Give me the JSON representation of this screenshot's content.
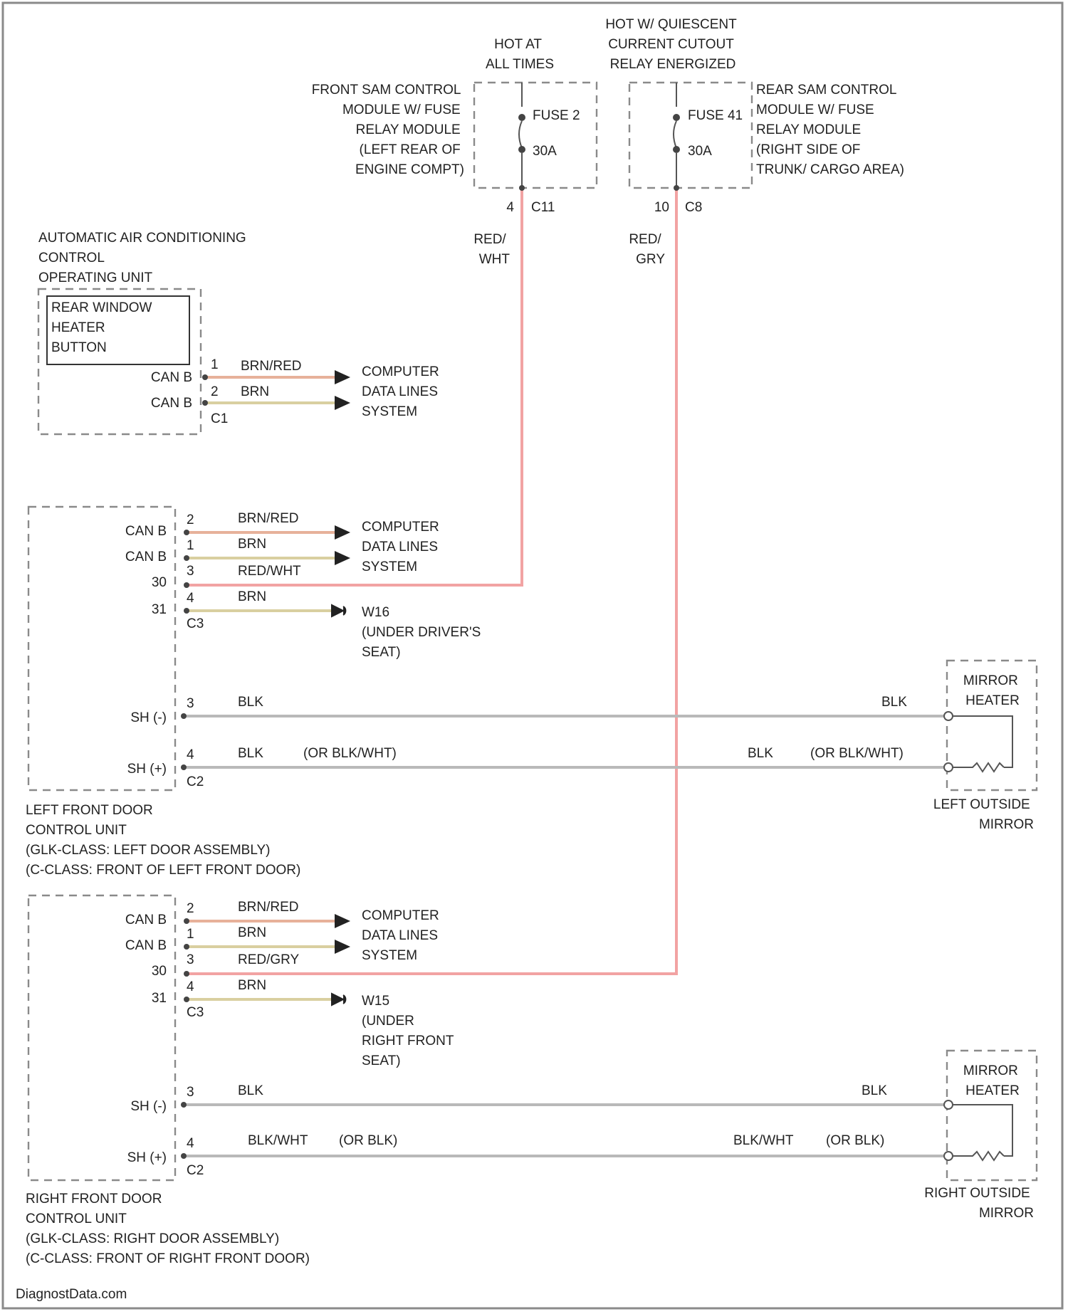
{
  "colors": {
    "background": "#ffffff",
    "red": "#f2a3a3",
    "brown_red": "#e7b19a",
    "brown": "#d9cfa0",
    "black": "#b9b9b9",
    "frame": "#8a8a8a"
  },
  "sources": {
    "front_label": [
      "HOT AT",
      "ALL TIMES"
    ],
    "rear_label": [
      "HOT W/ QUIESCENT",
      "CURRENT CUTOUT",
      "RELAY ENERGIZED"
    ],
    "front_module": [
      "FRONT SAM CONTROL",
      "MODULE W/ FUSE",
      "RELAY MODULE",
      "(LEFT REAR OF",
      "ENGINE COMPT)"
    ],
    "rear_module": [
      "REAR SAM CONTROL",
      "MODULE W/ FUSE",
      "RELAY MODULE",
      "(RIGHT SIDE OF",
      "TRUNK/ CARGO AREA)"
    ],
    "fuse_front": [
      "FUSE 2",
      "30A"
    ],
    "fuse_rear": [
      "FUSE 41",
      "30A"
    ],
    "front_pin": "4",
    "front_conn": "C11",
    "rear_pin": "10",
    "rear_conn": "C8",
    "front_wire": [
      "RED/",
      "WHT"
    ],
    "rear_wire": [
      "RED/",
      "GRY"
    ]
  },
  "ac_unit": {
    "title": [
      "AUTOMATIC AIR CONDITIONING",
      "CONTROL",
      "OPERATING UNIT"
    ],
    "button": [
      "REAR WINDOW",
      "HEATER",
      "BUTTON"
    ],
    "pins": [
      {
        "label": "CAN B",
        "num": "1",
        "wire": "BRN/RED"
      },
      {
        "label": "CAN B",
        "num": "2",
        "wire": "BRN"
      }
    ],
    "conn": "C1",
    "dest": [
      "COMPUTER",
      "DATA LINES",
      "SYSTEM"
    ]
  },
  "left_door": {
    "pins": [
      {
        "label": "CAN B",
        "num": "2",
        "wire": "BRN/RED"
      },
      {
        "label": "CAN B",
        "num": "1",
        "wire": "BRN"
      },
      {
        "label": "30",
        "num": "3",
        "wire": "RED/WHT"
      },
      {
        "label": "31",
        "num": "4",
        "wire": "BRN"
      }
    ],
    "conn1": "C3",
    "dest": [
      "COMPUTER",
      "DATA LINES",
      "SYSTEM"
    ],
    "ground": [
      "W16",
      "(UNDER DRIVER'S",
      "SEAT)"
    ],
    "heater": {
      "pin_top": {
        "label": "SH (-)",
        "num": "3",
        "wire": "BLK",
        "wire_right": "BLK"
      },
      "pin_bot": {
        "label": "SH (+)",
        "num": "4",
        "wire": "BLK",
        "alt": "(OR BLK/WHT)",
        "wire_right": "BLK",
        "alt_right": "(OR BLK/WHT)"
      },
      "conn2": "C2",
      "box": [
        "MIRROR",
        "HEATER"
      ]
    },
    "title": [
      "LEFT FRONT DOOR",
      "CONTROL UNIT",
      "(GLK-CLASS: LEFT DOOR ASSEMBLY)",
      "(C-CLASS: FRONT OF LEFT FRONT DOOR)"
    ],
    "mirror_title": [
      "LEFT OUTSIDE",
      "MIRROR"
    ]
  },
  "right_door": {
    "pins": [
      {
        "label": "CAN B",
        "num": "2",
        "wire": "BRN/RED"
      },
      {
        "label": "CAN B",
        "num": "1",
        "wire": "BRN"
      },
      {
        "label": "30",
        "num": "3",
        "wire": "RED/GRY"
      },
      {
        "label": "31",
        "num": "4",
        "wire": "BRN"
      }
    ],
    "conn1": "C3",
    "dest": [
      "COMPUTER",
      "DATA LINES",
      "SYSTEM"
    ],
    "ground": [
      "W15",
      "(UNDER",
      "RIGHT FRONT",
      "SEAT)"
    ],
    "heater": {
      "pin_top": {
        "label": "SH (-)",
        "num": "3",
        "wire": "BLK",
        "wire_right": "BLK"
      },
      "pin_bot": {
        "label": "SH (+)",
        "num": "4",
        "wire": "BLK/WHT",
        "alt": "(OR BLK)",
        "wire_right": "BLK/WHT",
        "alt_right": "(OR BLK)"
      },
      "conn2": "C2",
      "box": [
        "MIRROR",
        "HEATER"
      ]
    },
    "title": [
      "RIGHT FRONT DOOR",
      "CONTROL UNIT",
      "(GLK-CLASS: RIGHT DOOR ASSEMBLY)",
      "(C-CLASS: FRONT OF RIGHT FRONT DOOR)"
    ],
    "mirror_title": [
      "RIGHT OUTSIDE",
      "MIRROR"
    ]
  },
  "footer": "DiagnostData.com"
}
